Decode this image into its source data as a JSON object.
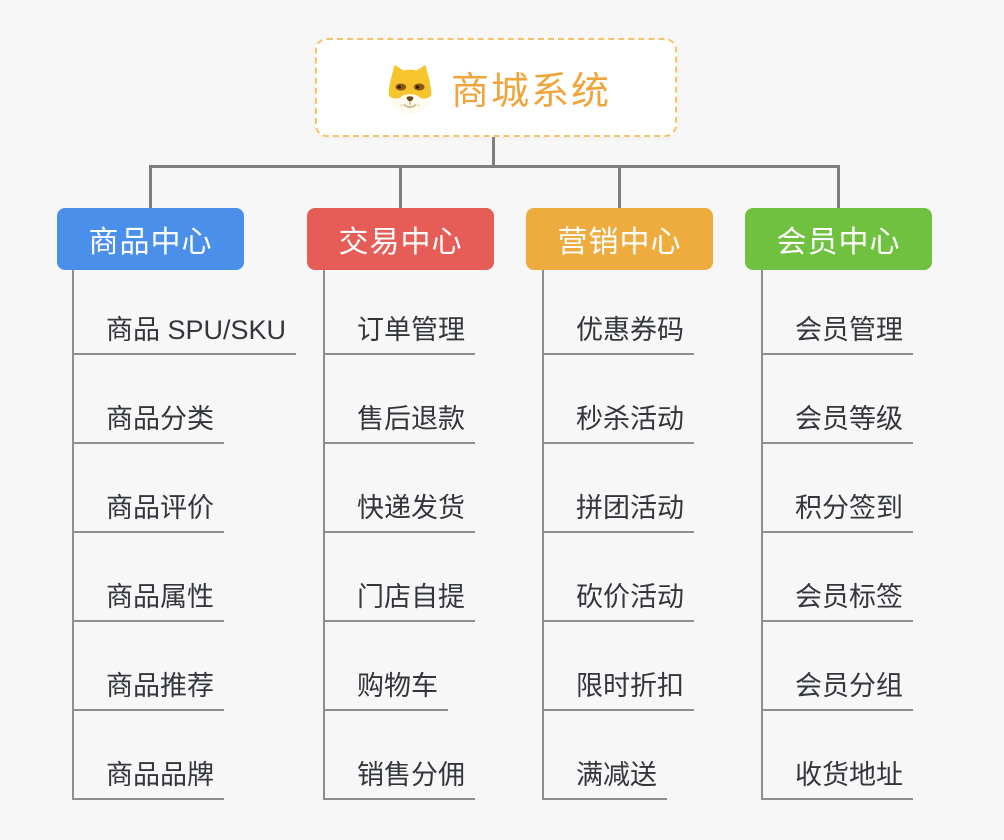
{
  "diagram": {
    "background": "#F7F7F7",
    "connector_color": "#7F7F7F",
    "underline_color": "#8E8E8E",
    "root": {
      "title": "商城系统",
      "icon": "dog-face-icon",
      "accent_color": "#F0A53C",
      "border_color": "#F4C36E"
    },
    "branches": [
      {
        "label": "商品中心",
        "color": "#4A8FE9",
        "children": [
          "商品 SPU/SKU",
          "商品分类",
          "商品评价",
          "商品属性",
          "商品推荐",
          "商品品牌"
        ]
      },
      {
        "label": "交易中心",
        "color": "#E65C56",
        "children": [
          "订单管理",
          "售后退款",
          "快递发货",
          "门店自提",
          "购物车",
          "销售分佣"
        ]
      },
      {
        "label": "营销中心",
        "color": "#EEAC3E",
        "children": [
          "优惠券码",
          "秒杀活动",
          "拼团活动",
          "砍价活动",
          "限时折扣",
          "满减送"
        ]
      },
      {
        "label": "会员中心",
        "color": "#70C140",
        "children": [
          "会员管理",
          "会员等级",
          "积分签到",
          "会员标签",
          "会员分组",
          "收货地址"
        ]
      }
    ]
  }
}
